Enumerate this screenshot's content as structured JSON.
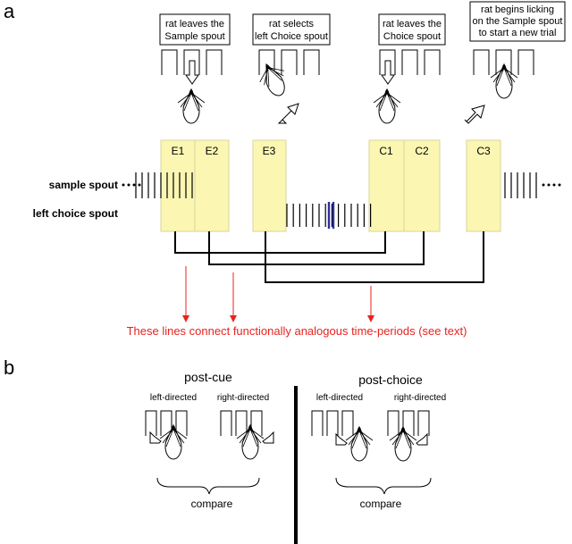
{
  "panel_a": {
    "letter": "a",
    "callouts": [
      {
        "line1": "rat leaves the",
        "line2": "Sample spout",
        "line3": ""
      },
      {
        "line1": "rat selects",
        "line2": "left Choice spout",
        "line3": ""
      },
      {
        "line1": "rat leaves the",
        "line2": "Choice spout",
        "line3": ""
      },
      {
        "line1": "rat begins licking",
        "line2": "on the Sample spout",
        "line3": "to start a new trial"
      }
    ],
    "epochs": [
      "E1",
      "E2",
      "E3",
      "C1",
      "C2",
      "C3"
    ],
    "rows": {
      "sample": "sample spout",
      "choice": "left choice spout"
    },
    "note": "These lines connect functionally analogous time-periods (see text)",
    "colors": {
      "epoch_fill": "#fbf7b3",
      "epoch_edge": "#d8d49a",
      "note_red": "#e8231f",
      "reward_blue": "#2b2fa0"
    }
  },
  "panel_b": {
    "letter": "b",
    "groups": [
      {
        "title": "post-cue",
        "left": "left-directed",
        "right": "right-directed",
        "compare": "compare"
      },
      {
        "title": "post-choice",
        "left": "left-directed",
        "right": "right-directed",
        "compare": "compare"
      }
    ]
  },
  "icons": [
    "rat-icon",
    "spout-icon",
    "arrow-icon",
    "brace-icon"
  ]
}
